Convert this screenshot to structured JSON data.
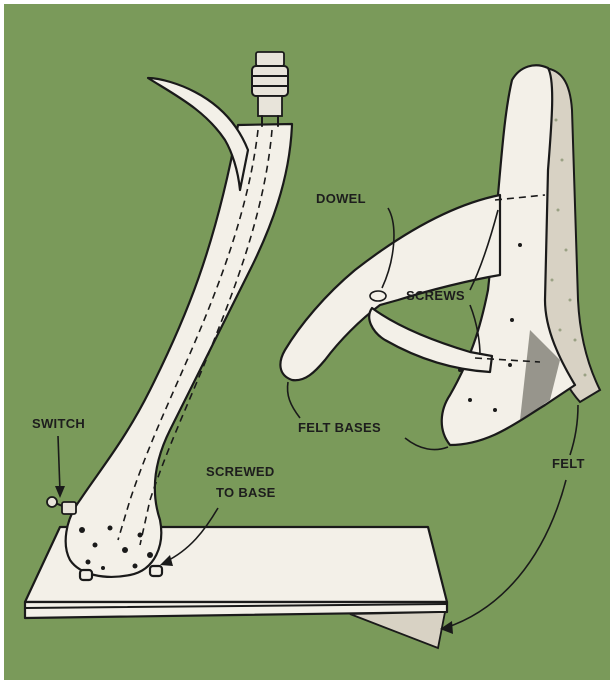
{
  "colors": {
    "background": "#7a9a5a",
    "wood": "#f3f0e8",
    "ink": "#1a1a1a",
    "felt": "#d8d2c4"
  },
  "labels": {
    "switch": "SWITCH",
    "screwed_to_base_line1": "SCREWED",
    "screwed_to_base_line2": "TO BASE",
    "dowel": "DOWEL",
    "screws": "SCREWS",
    "felt_bases": "FELT BASES",
    "felt": "FELT"
  },
  "icons": {
    "lamp_socket": "lamp-socket-icon",
    "switch_knob": "switch-knob-icon"
  }
}
